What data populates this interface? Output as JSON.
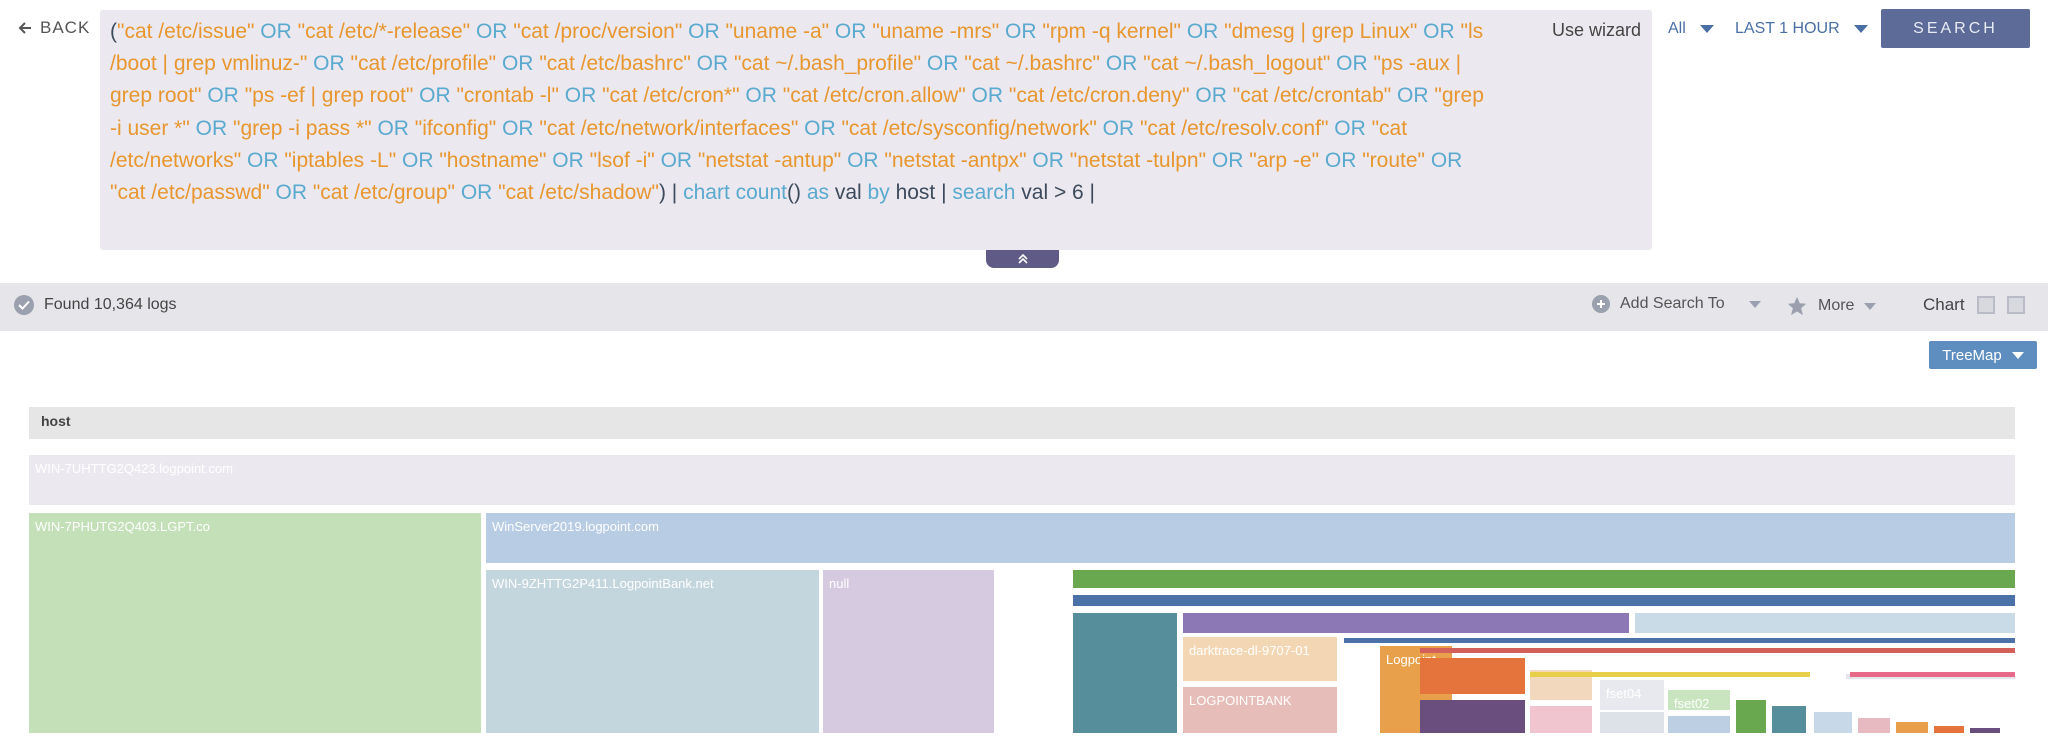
{
  "nav": {
    "back_label": "BACK"
  },
  "query": {
    "tokens": [
      {
        "t": "(",
        "c": "pl"
      },
      {
        "t": "\"cat /etc/issue\"",
        "c": "s"
      },
      {
        "t": " OR ",
        "c": "op"
      },
      {
        "t": "\"cat /etc/*-release\"",
        "c": "s"
      },
      {
        "t": " OR ",
        "c": "op"
      },
      {
        "t": "\"cat /proc/version\"",
        "c": "s"
      },
      {
        "t": " OR ",
        "c": "op"
      },
      {
        "t": "\"uname -a\"",
        "c": "s"
      },
      {
        "t": " OR ",
        "c": "op"
      },
      {
        "t": "\"uname -mrs\"",
        "c": "s"
      },
      {
        "t": " OR ",
        "c": "op"
      },
      {
        "t": "\"rpm -q kernel\"",
        "c": "s"
      },
      {
        "t": " OR ",
        "c": "op"
      },
      {
        "t": "\"dmesg | grep Linux\"",
        "c": "s"
      },
      {
        "t": " OR ",
        "c": "op"
      },
      {
        "t": "\"ls /boot | grep vmlinuz-\"",
        "c": "s"
      },
      {
        "t": " OR ",
        "c": "op"
      },
      {
        "t": "\"cat /etc/profile\"",
        "c": "s"
      },
      {
        "t": " OR ",
        "c": "op"
      },
      {
        "t": "\"cat /etc/bashrc\"",
        "c": "s"
      },
      {
        "t": " OR ",
        "c": "op"
      },
      {
        "t": "\"cat ~/.bash_profile\"",
        "c": "s"
      },
      {
        "t": " OR ",
        "c": "op"
      },
      {
        "t": "\"cat ~/.bashrc\"",
        "c": "s"
      },
      {
        "t": " OR ",
        "c": "op"
      },
      {
        "t": "\"cat ~/.bash_logout\"",
        "c": "s"
      },
      {
        "t": " OR ",
        "c": "op"
      },
      {
        "t": "\"ps -aux | grep root\"",
        "c": "s"
      },
      {
        "t": " OR ",
        "c": "op"
      },
      {
        "t": "\"ps -ef | grep root\"",
        "c": "s"
      },
      {
        "t": " OR ",
        "c": "op"
      },
      {
        "t": "\"crontab -l\"",
        "c": "s"
      },
      {
        "t": " OR ",
        "c": "op"
      },
      {
        "t": "\"cat /etc/cron*\"",
        "c": "s"
      },
      {
        "t": " OR ",
        "c": "op"
      },
      {
        "t": "\"cat /etc/cron.allow\"",
        "c": "s"
      },
      {
        "t": " OR ",
        "c": "op"
      },
      {
        "t": "\"cat /etc/cron.deny\"",
        "c": "s"
      },
      {
        "t": " OR ",
        "c": "op"
      },
      {
        "t": "\"cat /etc/crontab\"",
        "c": "s"
      },
      {
        "t": " OR ",
        "c": "op"
      },
      {
        "t": "\"grep -i user *\"",
        "c": "s"
      },
      {
        "t": " OR ",
        "c": "op"
      },
      {
        "t": "\"grep -i pass *\"",
        "c": "s"
      },
      {
        "t": " OR ",
        "c": "op"
      },
      {
        "t": "\"ifconfig\"",
        "c": "s"
      },
      {
        "t": " OR ",
        "c": "op"
      },
      {
        "t": "\"cat /etc/network/interfaces\"",
        "c": "s"
      },
      {
        "t": " OR ",
        "c": "op"
      },
      {
        "t": "\"cat /etc/sysconfig/network\"",
        "c": "s"
      },
      {
        "t": " OR ",
        "c": "op"
      },
      {
        "t": "\"cat /etc/resolv.conf\"",
        "c": "s"
      },
      {
        "t": " OR ",
        "c": "op"
      },
      {
        "t": "\"cat /etc/networks\"",
        "c": "s"
      },
      {
        "t": " OR ",
        "c": "op"
      },
      {
        "t": "\"iptables -L\"",
        "c": "s"
      },
      {
        "t": " OR ",
        "c": "op"
      },
      {
        "t": "\"hostname\"",
        "c": "s"
      },
      {
        "t": " OR ",
        "c": "op"
      },
      {
        "t": "\"lsof -i\"",
        "c": "s"
      },
      {
        "t": " OR ",
        "c": "op"
      },
      {
        "t": "\"netstat -antup\"",
        "c": "s"
      },
      {
        "t": " OR ",
        "c": "op"
      },
      {
        "t": "\"netstat -antpx\"",
        "c": "s"
      },
      {
        "t": " OR ",
        "c": "op"
      },
      {
        "t": "\"netstat -tulpn\"",
        "c": "s"
      },
      {
        "t": " OR ",
        "c": "op"
      },
      {
        "t": "\"arp -e\"",
        "c": "s"
      },
      {
        "t": " OR ",
        "c": "op"
      },
      {
        "t": "\"route\"",
        "c": "s"
      },
      {
        "t": " OR ",
        "c": "op"
      },
      {
        "t": "\"cat /etc/passwd\"",
        "c": "s"
      },
      {
        "t": " OR ",
        "c": "op"
      },
      {
        "t": "\"cat /etc/group\"",
        "c": "s"
      },
      {
        "t": " OR ",
        "c": "op"
      },
      {
        "t": "\"cat /etc/shadow\"",
        "c": "s"
      },
      {
        "t": ") | ",
        "c": "pl"
      },
      {
        "t": "chart count",
        "c": "op"
      },
      {
        "t": "() ",
        "c": "pl"
      },
      {
        "t": "as ",
        "c": "op"
      },
      {
        "t": "val ",
        "c": "pl"
      },
      {
        "t": "by ",
        "c": "op"
      },
      {
        "t": "host | ",
        "c": "pl"
      },
      {
        "t": "search ",
        "c": "op"
      },
      {
        "t": "val > 6 |",
        "c": "pl"
      }
    ],
    "colors": {
      "string": "#e8962f",
      "operator": "#5aa9cf",
      "plain": "#3d4a5c"
    }
  },
  "toolbar": {
    "wizard_label": "Use wizard",
    "scope_label": "All",
    "time_label": "LAST 1 HOUR",
    "search_label": "SEARCH"
  },
  "status": {
    "found_label": "Found 10,364 logs",
    "add_search_label": "Add Search To",
    "more_label": "More",
    "chart_label": "Chart"
  },
  "view": {
    "treemap_label": "TreeMap"
  },
  "treemap": {
    "header": "host",
    "cells": [
      {
        "label": "WIN-7UHTTG2Q423.logpoint.com",
        "color": "#ebe9ef"
      },
      {
        "label": "WIN-7PHUTG2Q403.LGPT.co",
        "color": "#c4e0b8"
      },
      {
        "label": "WinServer2019.logpoint.com",
        "color": "#b8cce4"
      },
      {
        "label": "WIN-9ZHTTG2P411.LogpointBank.net",
        "color": "#c3d6dd"
      },
      {
        "label": "null",
        "color": "#d5cadf"
      },
      {
        "label": "",
        "color": "#6aa84f"
      },
      {
        "label": "",
        "color": "#4a72a8"
      },
      {
        "label": "",
        "color": "#568e9c"
      },
      {
        "label": "",
        "color": "#8b78b4"
      },
      {
        "label": "",
        "color": "#c9dbe6"
      },
      {
        "label": "darktrace-dl-9707-01",
        "color": "#f3d7b4"
      },
      {
        "label": "LOGPOINTBANK",
        "color": "#e6bdb8"
      },
      {
        "label": "Logpoint",
        "color": "#e8a14a"
      },
      {
        "label": "",
        "color": "#4a72a8"
      },
      {
        "label": "",
        "color": "#d4605a"
      },
      {
        "label": "",
        "color": "#e5733c"
      },
      {
        "label": "",
        "color": "#6a4f7e"
      },
      {
        "label": "",
        "color": "#f2d8bd"
      },
      {
        "label": "",
        "color": "#f0c5d0"
      },
      {
        "label": "fset04",
        "color": "#e7e9ee"
      },
      {
        "label": "",
        "color": "#dde1e8"
      },
      {
        "label": "fset02",
        "color": "#c8e5c0"
      },
      {
        "label": "",
        "color": "#bdd0e3"
      },
      {
        "label": "",
        "color": "#e8cf4a"
      },
      {
        "label": "",
        "color": "#e5e6ec"
      },
      {
        "label": "",
        "color": "#e76a8a"
      },
      {
        "label": "",
        "color": "#6aa84f"
      },
      {
        "label": "",
        "color": "#568e9c"
      },
      {
        "label": "",
        "color": "#c7d9e8"
      },
      {
        "label": "",
        "color": "#e7b9c0"
      },
      {
        "label": "",
        "color": "#e8a14a"
      },
      {
        "label": "",
        "color": "#e5733c"
      },
      {
        "label": "",
        "color": "#6a4f7e"
      },
      {
        "label": "",
        "color": "#f0d2d0"
      }
    ]
  }
}
